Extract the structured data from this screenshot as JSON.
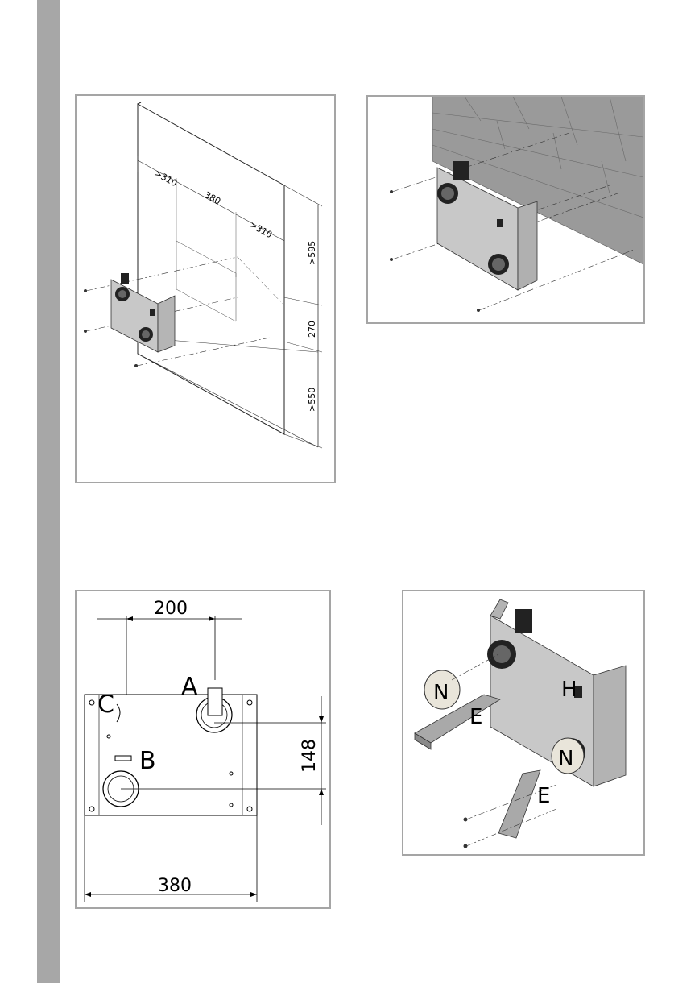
{
  "figure1": {
    "dim_left": ">310",
    "dim_center": "380",
    "dim_right": ">310",
    "dim_top_clearance": ">595",
    "dim_unit_height": "270",
    "dim_bottom_clearance": ">550"
  },
  "figure3": {
    "dim_spigot_spacing": "200",
    "dim_vertical_spacing": "148",
    "dim_width": "380",
    "label_a": "A",
    "label_b": "B",
    "label_c": "C"
  },
  "figure4": {
    "label_n_upper": "N",
    "label_n_lower": "N",
    "label_e_upper": "E",
    "label_e_lower": "E",
    "label_h": "H"
  },
  "colors": {
    "side_bar": "#a7a7a7",
    "panel_border": "#a5a5a5",
    "unit_gray": "#c8c8c8",
    "brick": "#9a9a9a"
  }
}
